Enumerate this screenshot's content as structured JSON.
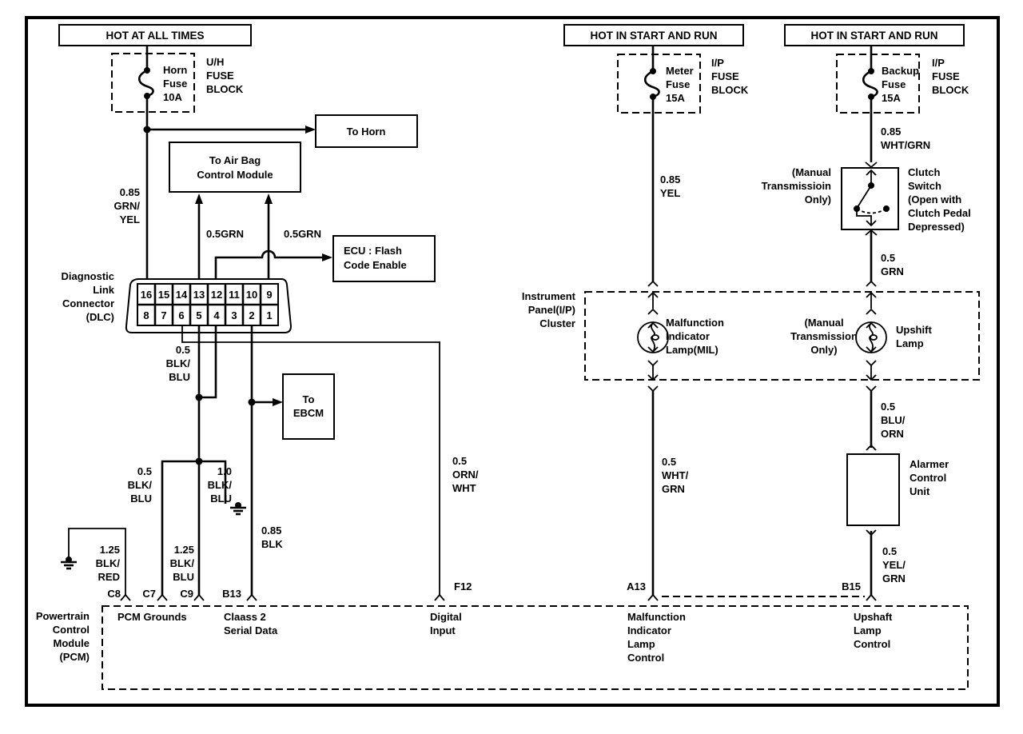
{
  "diagram": {
    "power_headers": [
      {
        "id": "hot-all-times",
        "label": "HOT AT ALL TIMES"
      },
      {
        "id": "hot-start-run-meter",
        "label": "HOT IN START AND RUN"
      },
      {
        "id": "hot-start-run-backup",
        "label": "HOT IN START AND RUN"
      }
    ],
    "fuses": [
      {
        "id": "horn",
        "lines": [
          "Horn",
          "Fuse",
          "10A"
        ],
        "block_lines": [
          "U/H",
          "FUSE",
          "BLOCK"
        ]
      },
      {
        "id": "meter",
        "lines": [
          "Meter",
          "Fuse",
          "15A"
        ],
        "block_lines": [
          "I/P",
          "FUSE",
          "BLOCK"
        ]
      },
      {
        "id": "backup",
        "lines": [
          "Backup",
          "Fuse",
          "15A"
        ],
        "block_lines": [
          "I/P",
          "FUSE",
          "BLOCK"
        ]
      }
    ],
    "modules": {
      "to_horn": "To Horn",
      "air_bag": [
        "To Air Bag",
        "Control Module"
      ],
      "ecu_flash": [
        "ECU : Flash",
        "Code Enable"
      ],
      "ebcm": [
        "To",
        "EBCM"
      ],
      "alarmer": [
        "Alarmer",
        "Control",
        "Unit"
      ],
      "clutch_switch": [
        "Clutch",
        "Switch",
        "(Open with",
        "Clutch Pedal",
        "Depressed)"
      ],
      "clutch_note": [
        "(Manual",
        "Transmissioin",
        "Only)"
      ]
    },
    "dlc": {
      "label": [
        "Diagnostic",
        "Link",
        "Connector",
        "(DLC)"
      ],
      "top_pins": [
        "16",
        "15",
        "14",
        "13",
        "12",
        "11",
        "10",
        "9"
      ],
      "bottom_pins": [
        "8",
        "7",
        "6",
        "5",
        "4",
        "3",
        "2",
        "1"
      ]
    },
    "cluster": {
      "label": [
        "Instrument",
        "Panel(I/P)",
        "Cluster"
      ],
      "mil": [
        "Malfunction",
        "Indicator",
        "Lamp(MIL)"
      ],
      "upshift_note": [
        "(Manual",
        "Transmission",
        "Only)"
      ],
      "upshift": [
        "Upshift",
        "Lamp"
      ]
    },
    "wires": {
      "horn_feed": [
        "0.85",
        "GRN/",
        "YEL"
      ],
      "airbag_a": "0.5GRN",
      "airbag_b": "0.5GRN",
      "dlc_ground": [
        "0.5",
        "BLK/",
        "BLU"
      ],
      "pcm_gnd_c7": [
        "0.5",
        "BLK/",
        "BLU"
      ],
      "ground_1": [
        "1.0",
        "BLK/",
        "BLU"
      ],
      "c8": [
        "1.25",
        "BLK/",
        "RED"
      ],
      "c9": [
        "1.25",
        "BLK/",
        "BLU"
      ],
      "b13": [
        "0.85",
        "BLK"
      ],
      "f12": [
        "0.5",
        "ORN/",
        "WHT"
      ],
      "meter_feed": [
        "0.85",
        "YEL"
      ],
      "a13": [
        "0.5",
        "WHT/",
        "GRN"
      ],
      "backup_feed": [
        "0.85",
        "WHT/GRN"
      ],
      "clutch_out": [
        "0.5",
        "GRN"
      ],
      "alarmer_in": [
        "0.5",
        "BLU/",
        "ORN"
      ],
      "b15": [
        "0.5",
        "YEL/",
        "GRN"
      ]
    },
    "pcm": {
      "label": [
        "Powertrain",
        "Control",
        "Module",
        "(PCM)"
      ],
      "pins": {
        "c8": "C8",
        "c7": "C7",
        "c9": "C9",
        "b13": "B13",
        "f12": "F12",
        "a13": "A13",
        "b15": "B15"
      },
      "functions": {
        "grounds": [
          "PCM Grounds"
        ],
        "serial": [
          "Claass 2",
          "Serial Data"
        ],
        "digital": [
          "Digital",
          "Input"
        ],
        "mil_ctrl": [
          "Malfunction",
          "Indicator",
          "Lamp",
          "Control"
        ],
        "upshift_ctrl": [
          "Upshaft",
          "Lamp",
          "Control"
        ]
      }
    }
  }
}
